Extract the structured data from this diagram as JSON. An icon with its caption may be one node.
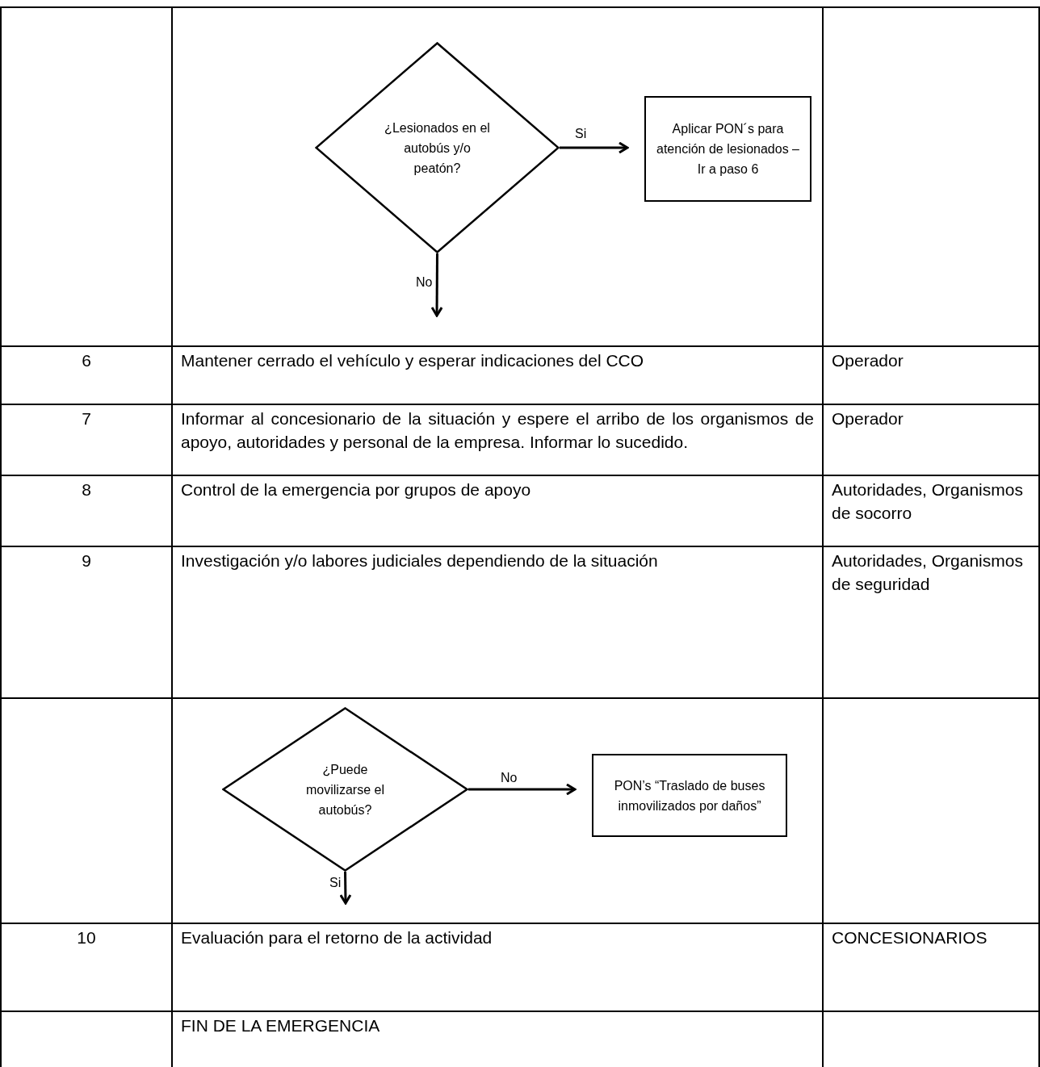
{
  "diagram": {
    "nodes": [
      {
        "text": [
          "¿Lesionados en el  autobús y/o peatón?"
        ]
      },
      {
        "text": [
          "Aplicar PON´s para atención de lesionados – Ir a paso 6"
        ]
      },
      {
        "text": [
          "¿Puede movilizarse el autobús?"
        ]
      },
      {
        "text": [
          "PON’s “Traslado de buses inmovilizados por daños”"
        ]
      }
    ],
    "edges": [
      {
        "from": 0,
        "to": 1,
        "arrow": "to",
        "label": "Si"
      },
      {
        "from": 0,
        "to": null,
        "arrow": "to",
        "label": "No"
      },
      {
        "from": 2,
        "to": 3,
        "arrow": "to",
        "label": "No"
      },
      {
        "from": 2,
        "to": null,
        "arrow": "to",
        "label": "Si"
      }
    ],
    "labels": [
      "6",
      "Mantener cerrado el vehículo y esperar  indicaciones del CCO",
      "Operador",
      "7",
      "Informar al concesionario  de la situación y espere el arribo de los organismos de apoyo, autoridades  y  personal de la empresa. Informar lo sucedido.",
      "Operador",
      "8",
      "Control de la emergencia por grupos de apoyo",
      "Autoridades, Organismos de socorro",
      "9",
      "Investigación y/o labores judiciales dependiendo de la situación",
      "Autoridades, Organismos de seguridad",
      "10",
      "Evaluación para el retorno de la actividad",
      "CONCESIONARIOS",
      "FIN DE LA EMERGENCIA"
    ]
  }
}
